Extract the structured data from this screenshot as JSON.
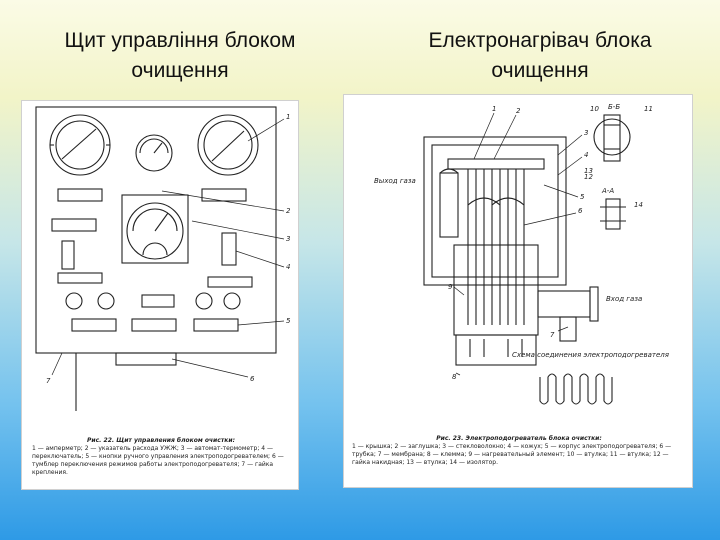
{
  "slide": {
    "left_title": "Щит управління блоком очищення",
    "right_title": "Електронагрівач блока очищення"
  },
  "left_figure": {
    "caption_title": "Рис. 22. Щит управления блоком очистки:",
    "caption_body": "1 — амперметр; 2 — указатель расхода УЖЖ; 3 — автомат-термометр; 4 — переключатель; 5 — кнопки ручного управления электроподогревателем; 6 — тумблер переключения режимов работы электроподогревателя; 7 — гайка крепления.",
    "callouts": [
      "1",
      "2",
      "3",
      "4",
      "5",
      "6",
      "7"
    ]
  },
  "right_figure": {
    "caption_title": "Рис. 23. Электроподогреватель блока очистки:",
    "caption_body": "1 — крышка; 2 — заглушка; 3 — стекловолокно; 4 — кожух; 5 — корпус электроподогревателя; 6 — трубка; 7 — мембрана; 8 — клемма; 9 — нагревательный элемент; 10 — втулка; 11 — втулка; 12 — гайка накидная; 13 — втулка; 14 — изолятор.",
    "section_bb": "Б-Б",
    "section_aa": "А-А",
    "label_outlet": "Выход газа",
    "label_inlet": "Вход газа",
    "label_wiring": "Схема соединения электроподогревателя",
    "callouts": [
      "1",
      "2",
      "3",
      "4",
      "5",
      "6",
      "7",
      "8",
      "9",
      "10",
      "11",
      "12",
      "13",
      "14"
    ]
  }
}
